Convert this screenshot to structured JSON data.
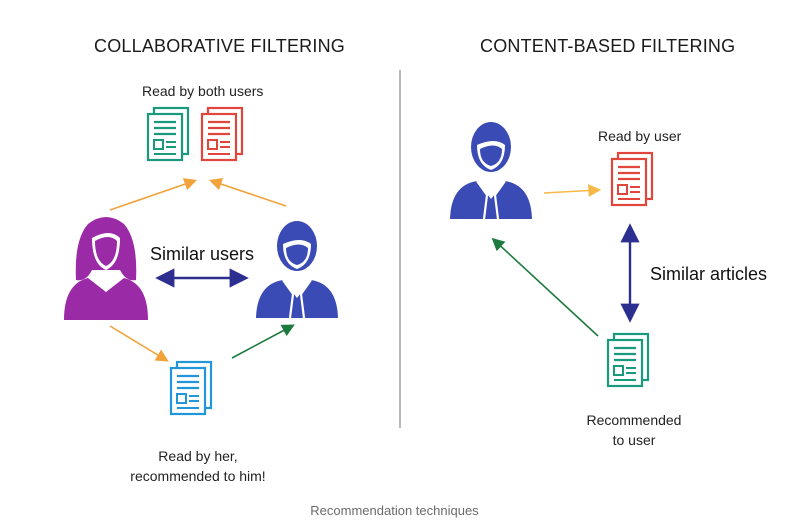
{
  "left": {
    "title": "COLLABORATIVE FILTERING",
    "top_label": "Read by both users",
    "middle_label": "Similar users",
    "bottom_label_line1": "Read by her,",
    "bottom_label_line2": "recommended to him!"
  },
  "right": {
    "title": "CONTENT-BASED FILTERING",
    "top_label": "Read by user",
    "middle_label": "Similar articles",
    "bottom_label_line1": "Recommended",
    "bottom_label_line2": "to user"
  },
  "caption": "Recommendation techniques",
  "colors": {
    "purple": "#9b2aa6",
    "navy": "#3a4bb5",
    "teal": "#1a9a7d",
    "red": "#e0463b",
    "blue": "#2196d9",
    "orange": "#f2a23a",
    "green": "#1d7a3e",
    "arrow_navy": "#2c2f8f",
    "divider": "#888888"
  },
  "icons": {
    "female_user": "female-user-icon",
    "male_user": "male-user-icon",
    "document": "document-icon"
  }
}
